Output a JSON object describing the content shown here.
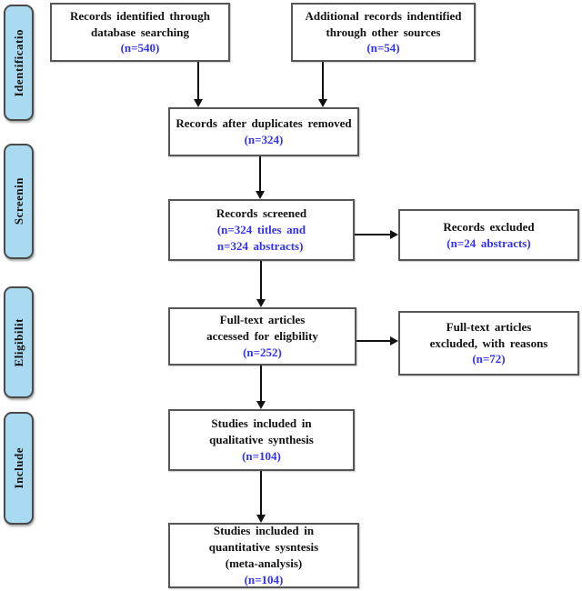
{
  "colors": {
    "accent_blue": "#3232f0",
    "stage_fill": "#a9daf2",
    "stage_border": "#4a4a4a",
    "box_border": "#565656",
    "arrow_color": "#111111",
    "ink": "#111111"
  },
  "stages": [
    {
      "label": "Identificatio"
    },
    {
      "label": "Screenin"
    },
    {
      "label": "Eligibilit"
    },
    {
      "label": "Include"
    }
  ],
  "boxes": {
    "identified": {
      "lines": [
        "Records identified through",
        "database searching"
      ],
      "count": "(n=540)"
    },
    "additional": {
      "lines": [
        "Additional records indentified",
        "through other sources"
      ],
      "count": "(n=54)"
    },
    "duplicates": {
      "lines": [
        "Records after duplicates removed"
      ],
      "count": "(n=324)"
    },
    "screened": {
      "lines": [
        "Records screened"
      ],
      "count_lines": [
        "(n=324 titles and",
        "n=324 abstracts)"
      ]
    },
    "excluded": {
      "lines": [
        "Records excluded"
      ],
      "count": "(n=24 abstracts)"
    },
    "fulltext": {
      "lines": [
        "Full-text articles",
        "accessed for eligbility"
      ],
      "count": "(n=252)"
    },
    "fulltext_excluded": {
      "lines": [
        "Full-text articles",
        "excluded, with reasons"
      ],
      "count": "(n=72)"
    },
    "qualitative": {
      "lines": [
        "Studies included in",
        "qualitative synthesis"
      ],
      "count": "(n=104)"
    },
    "quantitative": {
      "lines": [
        "Studies included in",
        "quantitative sysntesis",
        "(meta-analysis)"
      ],
      "count": "(n=104)"
    }
  }
}
